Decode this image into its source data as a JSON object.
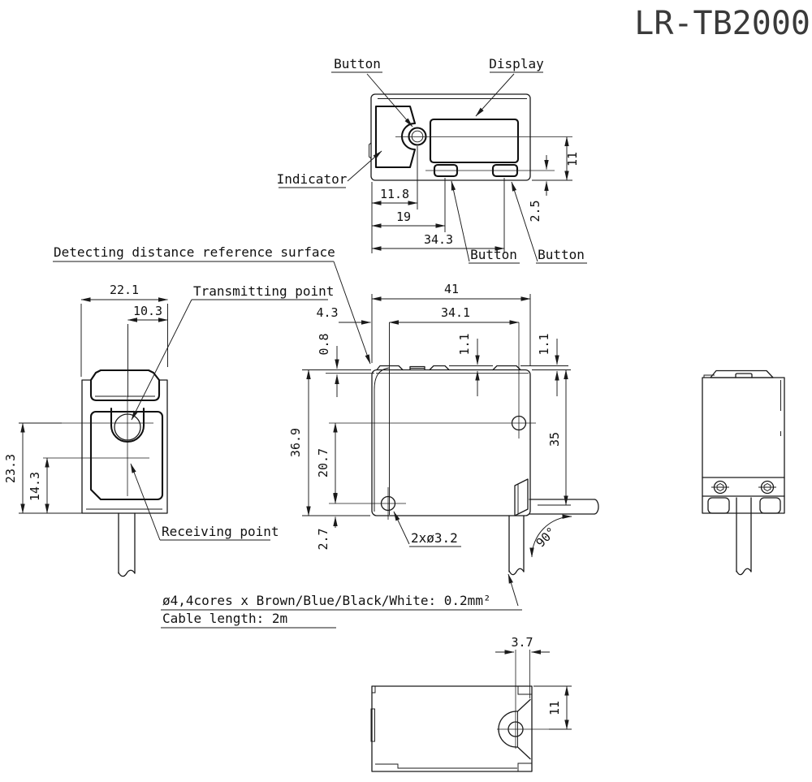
{
  "title": "LR-TB2000",
  "top_view": {
    "label_button_top": "Button",
    "label_display": "Display",
    "label_indicator": "Indicator",
    "label_button_bottom_left": "Button",
    "label_button_bottom_right": "Button",
    "dim_display_center_to_edge": "11",
    "dim_buttons_center_to_edge": "2.5",
    "dim_indicator_button": "11.8",
    "dim_button_left": "19",
    "dim_button_right": "34.3"
  },
  "front_view": {
    "label_detecting_surface": "Detecting distance reference surface",
    "label_transmitting_point": "Transmitting point",
    "label_receiving_point": "Receiving point",
    "dim_width": "22.1",
    "dim_transmit_offset": "10.3",
    "dim_transmit_height": "23.3",
    "dim_receive_height": "14.3"
  },
  "side_view": {
    "dim_length": "41",
    "dim_hole_offset": "34.1",
    "dim_front_offset": "4.3",
    "dim_lip": "0.8",
    "dim_bump_front": "1.1",
    "dim_bump_rear": "1.1",
    "dim_height": "36.9",
    "dim_hole_height": "20.7",
    "dim_hole_bottom": "2.7",
    "dim_rear_height": "35",
    "label_mounting_holes": "2xø3.2",
    "label_bend_angle": "90°"
  },
  "cable_note": {
    "spec": "ø4,4cores x Brown/Blue/Black/White: 0.2mm²",
    "length": "Cable length: 2m"
  },
  "bottom_view": {
    "dim_cable_to_rear": "3.7",
    "dim_cable_center": "11"
  }
}
